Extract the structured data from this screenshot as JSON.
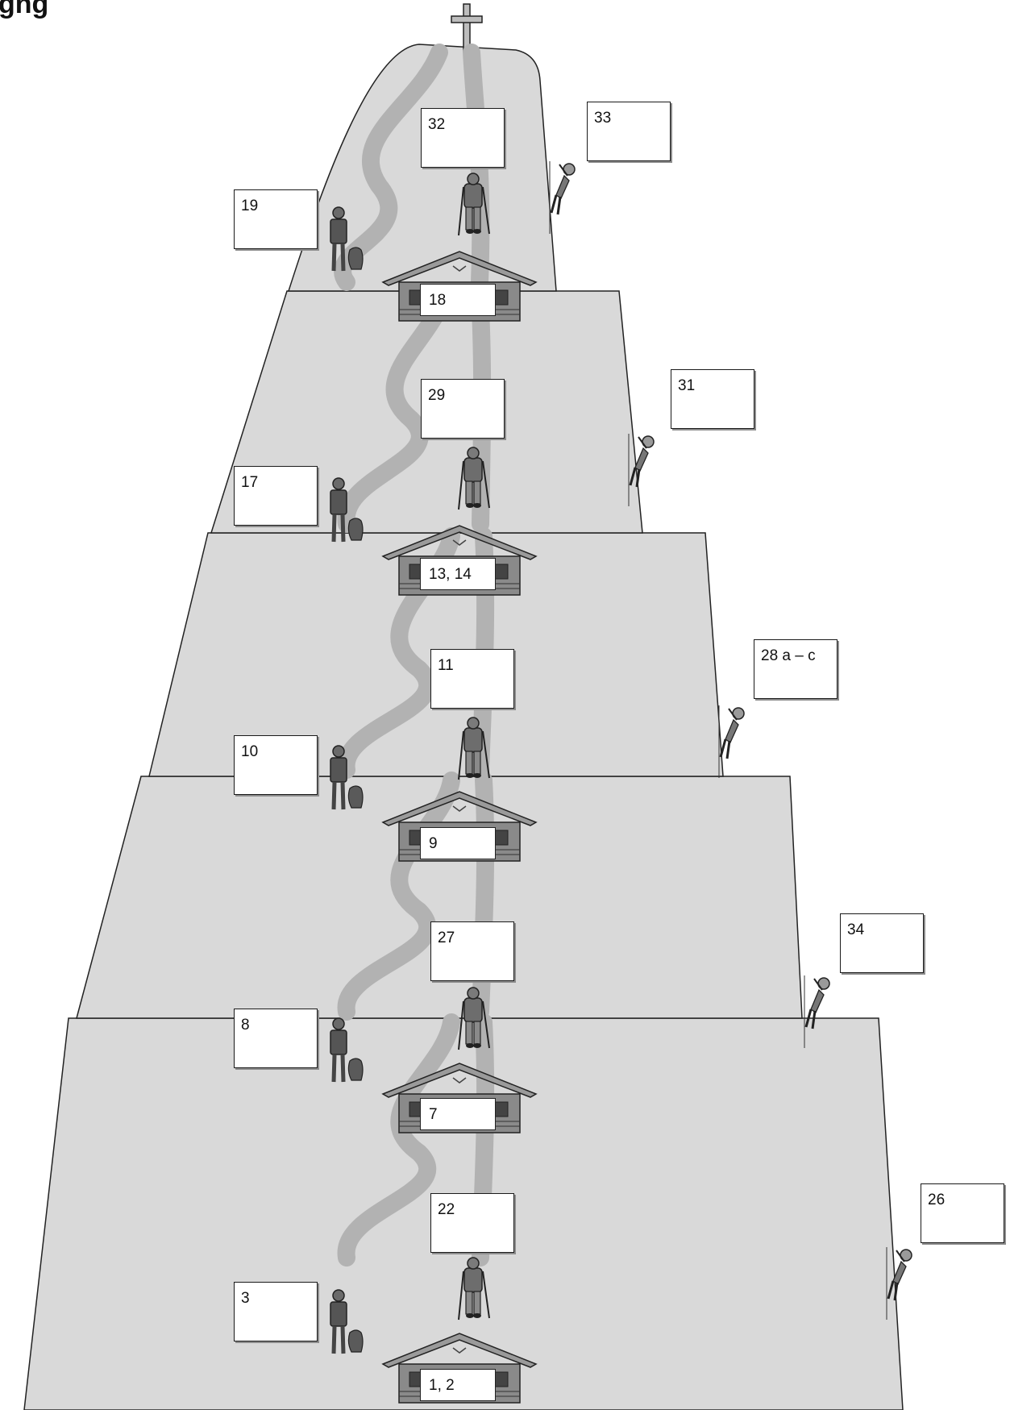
{
  "heading": "gng",
  "colors": {
    "rock": "#d9d9d9",
    "path": "#b2b2b2",
    "hut": "#8a8a8a",
    "line": "#222222"
  },
  "figures": {
    "summit": "summit-cross",
    "hiker": "hiker-with-poles",
    "walker": "person-with-dog",
    "climber": "rock-climber",
    "hut": "mountain-hut"
  },
  "labels": {
    "l33": "33",
    "l32": "32",
    "l19": "19",
    "l18": "18",
    "l31": "31",
    "l29": "29",
    "l17": "17",
    "l1314": "13, 14",
    "l28": "28 a – c",
    "l11": "11",
    "l10": "10",
    "l9": "9",
    "l34": "34",
    "l27": "27",
    "l8": "8",
    "l7": "7",
    "l26": "26",
    "l22": "22",
    "l3": "3",
    "l12": "1, 2"
  }
}
